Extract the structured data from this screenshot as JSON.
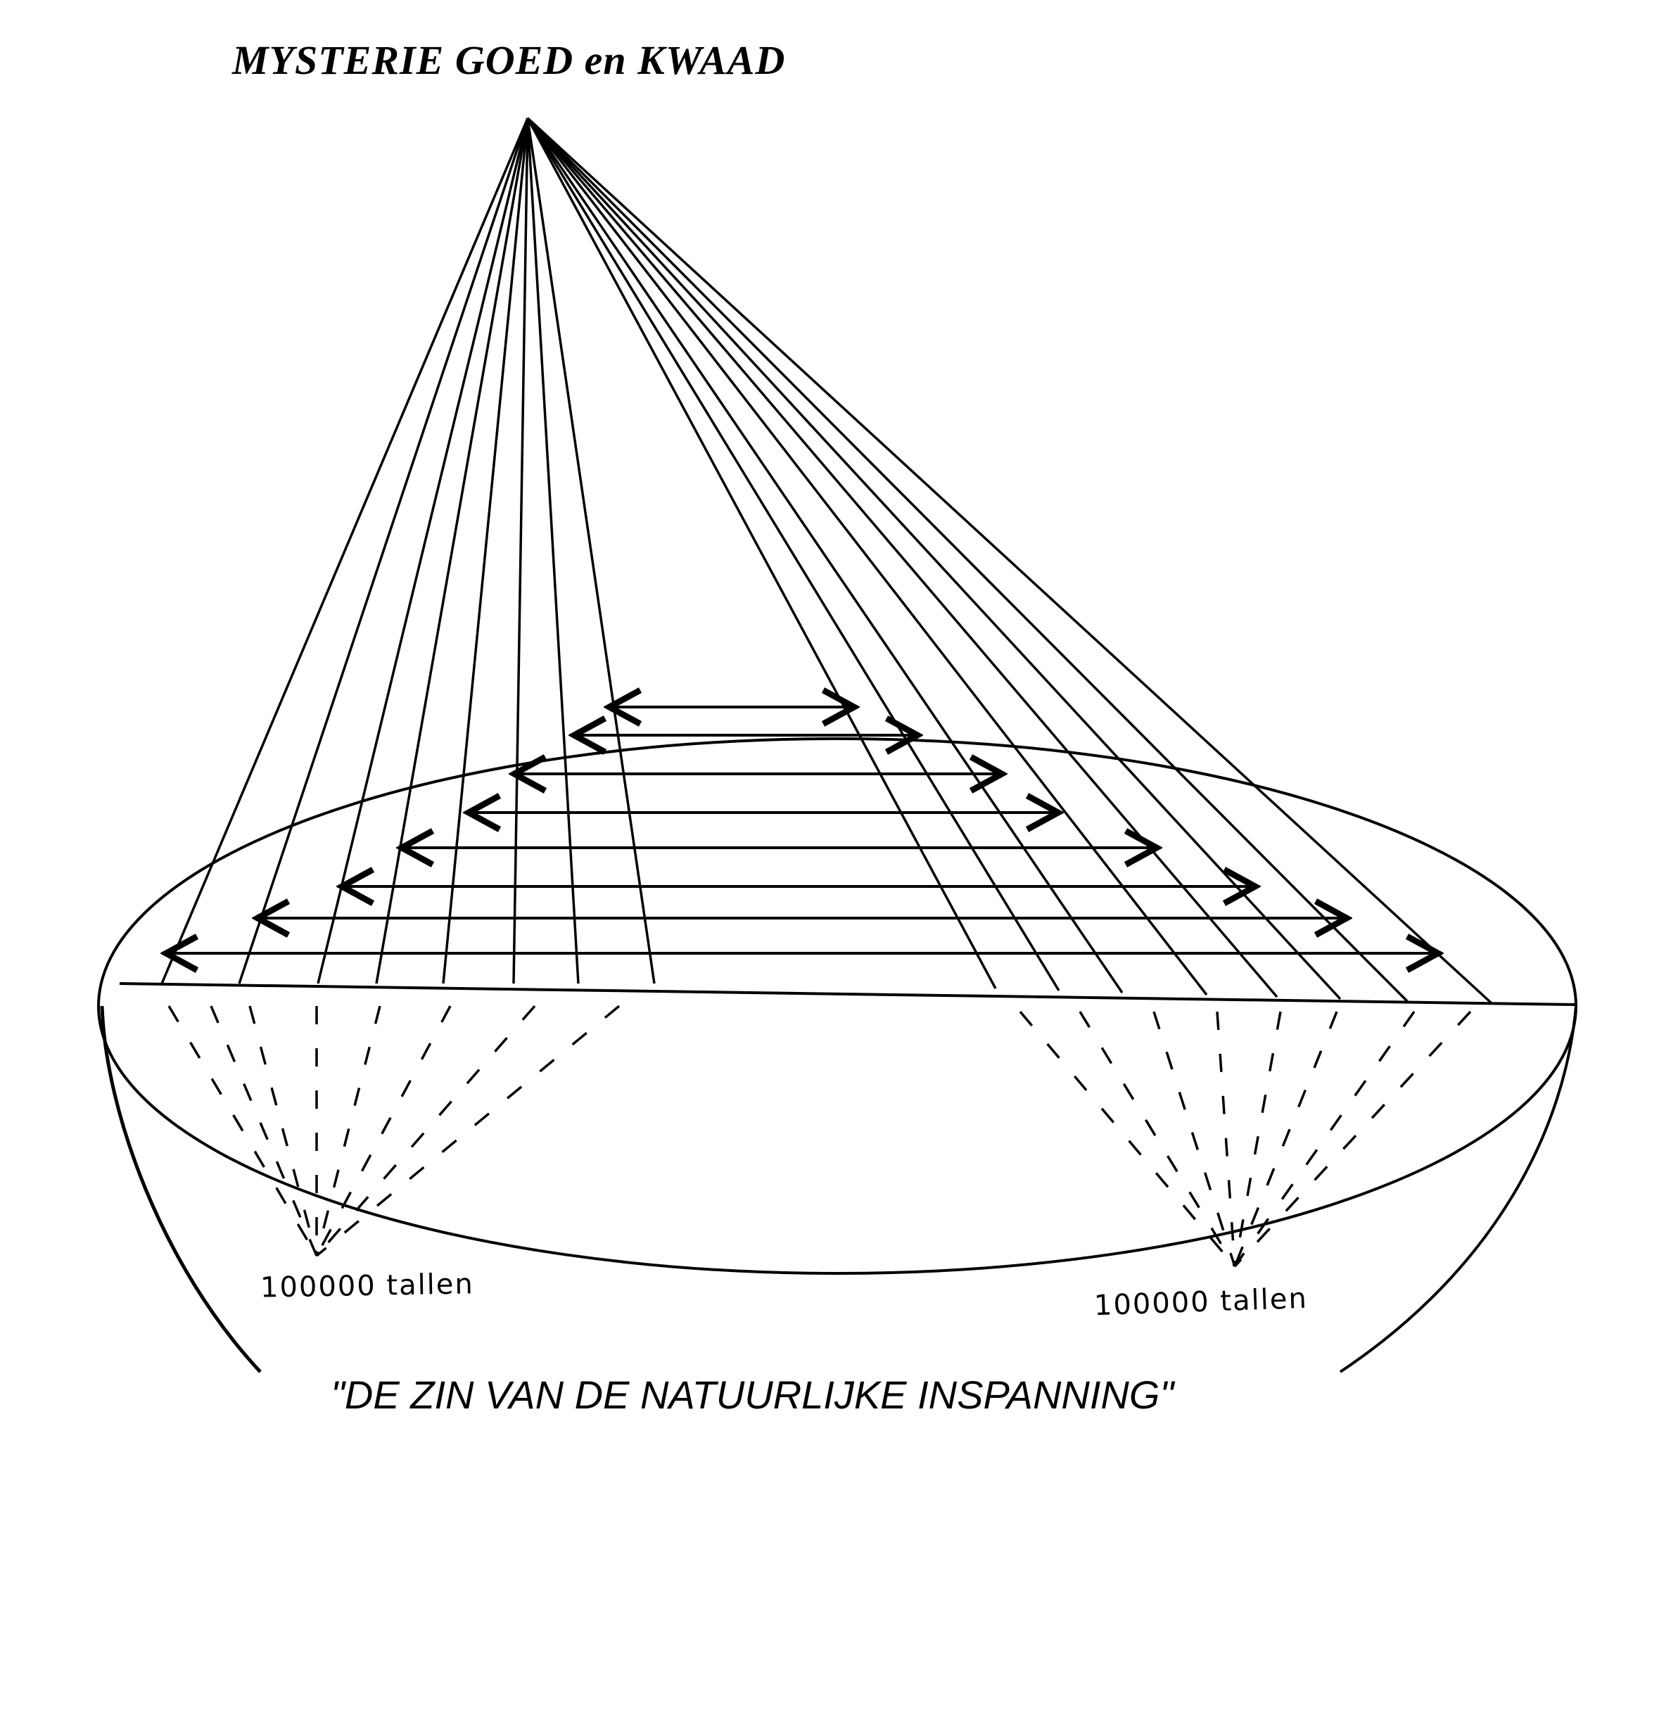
{
  "title": "MYSTERIE  GOED en KWAAD",
  "subtitle": "\"DE ZIN VAN DE NATUURLIJKE INSPANNING\"",
  "labels": {
    "left_count": "100000 tallen",
    "right_count": "100000 tallen"
  },
  "colors": {
    "ink": "#000000",
    "paper": "#ffffff"
  }
}
